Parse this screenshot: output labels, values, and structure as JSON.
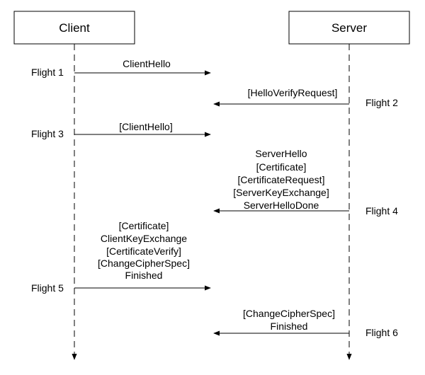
{
  "actors": {
    "client": {
      "label": "Client"
    },
    "server": {
      "label": "Server"
    }
  },
  "messages": [
    {
      "flight": "Flight 1",
      "direction": "client-to-server",
      "lines": [
        "ClientHello"
      ]
    },
    {
      "flight": "Flight 2",
      "direction": "server-to-client",
      "lines": [
        "[HelloVerifyRequest]"
      ]
    },
    {
      "flight": "Flight 3",
      "direction": "client-to-server",
      "lines": [
        "[ClientHello]"
      ]
    },
    {
      "flight": "Flight 4",
      "direction": "server-to-client",
      "lines": [
        "ServerHello",
        "[Certificate]",
        "[CertificateRequest]",
        "[ServerKeyExchange]",
        "ServerHelloDone"
      ]
    },
    {
      "flight": "Flight 5",
      "direction": "client-to-server",
      "lines": [
        "[Certificate]",
        "ClientKeyExchange",
        "[CertificateVerify]",
        "[ChangeCipherSpec]",
        "Finished"
      ]
    },
    {
      "flight": "Flight 6",
      "direction": "server-to-client",
      "lines": [
        "[ChangeCipherSpec]",
        "Finished"
      ]
    }
  ]
}
